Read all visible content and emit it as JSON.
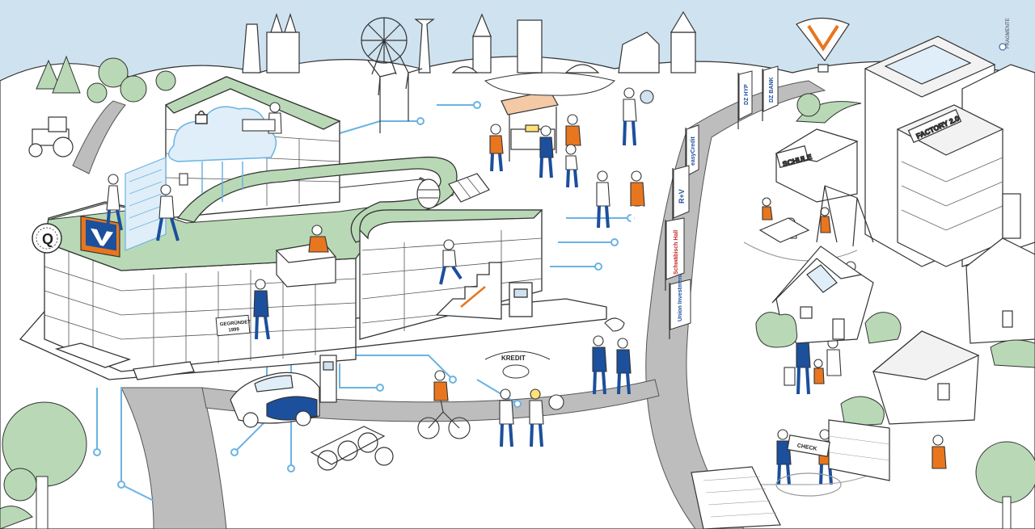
{
  "labels": {
    "founded_line1": "GEGRÜNDET",
    "founded_line2": "1999",
    "factory_sign": "FACTORY 2.0",
    "school_sign": "SCHULE",
    "credit_sign": "KREDIT",
    "check_sign": "CHECK",
    "q_badge": "Q",
    "logo_corner": "FRAGMENTE"
  },
  "flags": [
    {
      "label": "DZ HYP"
    },
    {
      "label": "DZ BANK"
    },
    {
      "label": "easyCredit"
    },
    {
      "label": "R+V"
    },
    {
      "label": "Schwäbisch Hall"
    },
    {
      "label": "Union Investment"
    }
  ],
  "colors": {
    "sky": "#cfe2ef",
    "accent_orange": "#e8761e",
    "bank_blue": "#1c4f9c",
    "greenery": "#b9d9b6",
    "circuit_blue": "#6ab3e3",
    "road": "#bdbdbd",
    "outline": "#2b2b2b"
  }
}
